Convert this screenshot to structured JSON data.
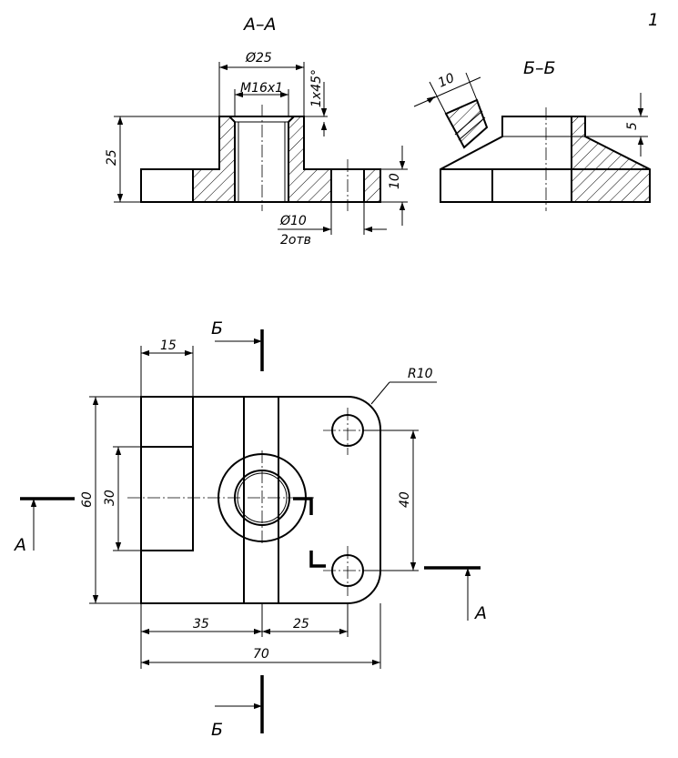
{
  "sheet_number": "1",
  "section_aa": {
    "title": "А–А",
    "dim_d25": "Ø25",
    "dim_thread": "M16x1",
    "dim_chamfer": "1x45°",
    "dim_25": "25",
    "dim_10": "10",
    "dim_d10": "Ø10",
    "dim_holes": "2отв"
  },
  "section_bb": {
    "title": "Б–Б",
    "dim_10": "10",
    "dim_5": "5"
  },
  "plan": {
    "dim_15": "15",
    "dim_r10": "R10",
    "dim_60": "60",
    "dim_30": "30",
    "dim_40": "40",
    "dim_35": "35",
    "dim_25": "25",
    "dim_70": "70",
    "cut_b_top": "Б",
    "cut_b_bottom": "Б",
    "cut_a_left": "А",
    "cut_a_right": "А"
  }
}
